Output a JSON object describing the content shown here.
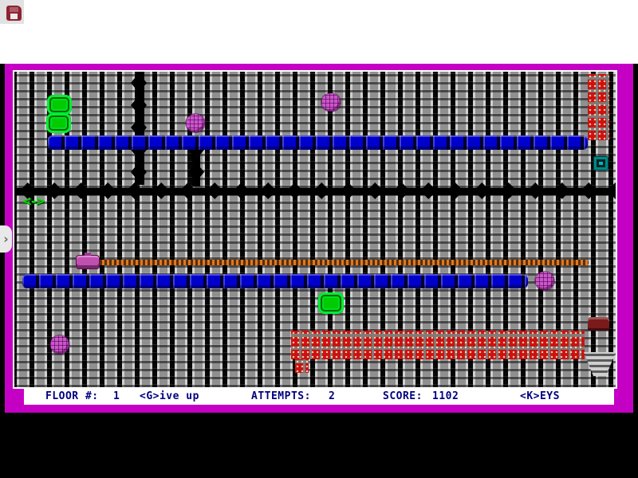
{
  "header": {
    "save_icon": "floppy-disk"
  },
  "sidebar": {
    "expand_chevron": "›"
  },
  "game": {
    "status_bar": {
      "floor_label": "FLOOR #:",
      "floor_value": "1",
      "give_up": "<G>ive up",
      "attempts_label": "ATTEMPTS:",
      "attempts_value": "2",
      "score_label": "SCORE:",
      "score_value": "1102",
      "keys": "<K>EYS"
    },
    "sprites": {
      "arrow_glyph": "<->"
    },
    "colors": {
      "frame_magenta": "#c400c4",
      "bar_blue": "#0000cc",
      "block_green": "#00cc00",
      "ball_magenta": "#cc55cc",
      "brick_red": "#cc1111",
      "rope_orange": "#e07820",
      "girder_gray": "#9a9a9a",
      "status_text_navy": "#000080"
    }
  }
}
